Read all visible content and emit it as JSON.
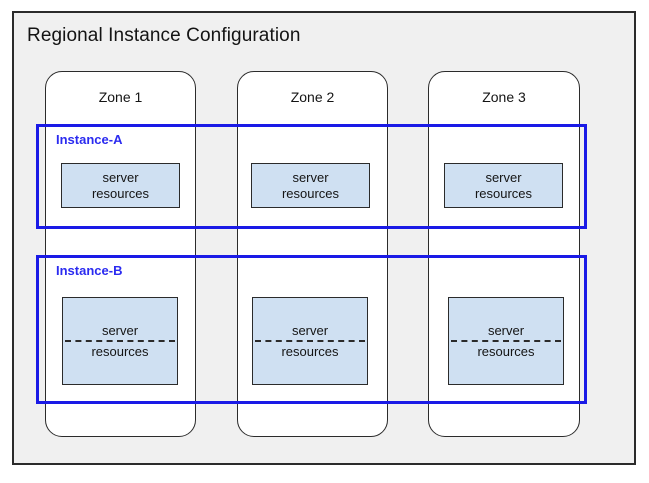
{
  "diagram": {
    "title": "Regional Instance Configuration",
    "background_color": "#f0f0f0",
    "frame_color": "#2b2b2b",
    "accent_color": "#2b2bf0",
    "server_box_fill": "#cfe0f2"
  },
  "zones": [
    {
      "label": "Zone 1"
    },
    {
      "label": "Zone 2"
    },
    {
      "label": "Zone 3"
    }
  ],
  "instances": [
    {
      "label": "Instance-A",
      "resources": [
        {
          "line1": "server",
          "line2": "resources"
        },
        {
          "line1": "server",
          "line2": "resources"
        },
        {
          "line1": "server",
          "line2": "resources"
        }
      ]
    },
    {
      "label": "Instance-B",
      "resources": [
        {
          "line1": "server",
          "line2": "resources"
        },
        {
          "line1": "server",
          "line2": "resources"
        },
        {
          "line1": "server",
          "line2": "resources"
        }
      ]
    }
  ]
}
